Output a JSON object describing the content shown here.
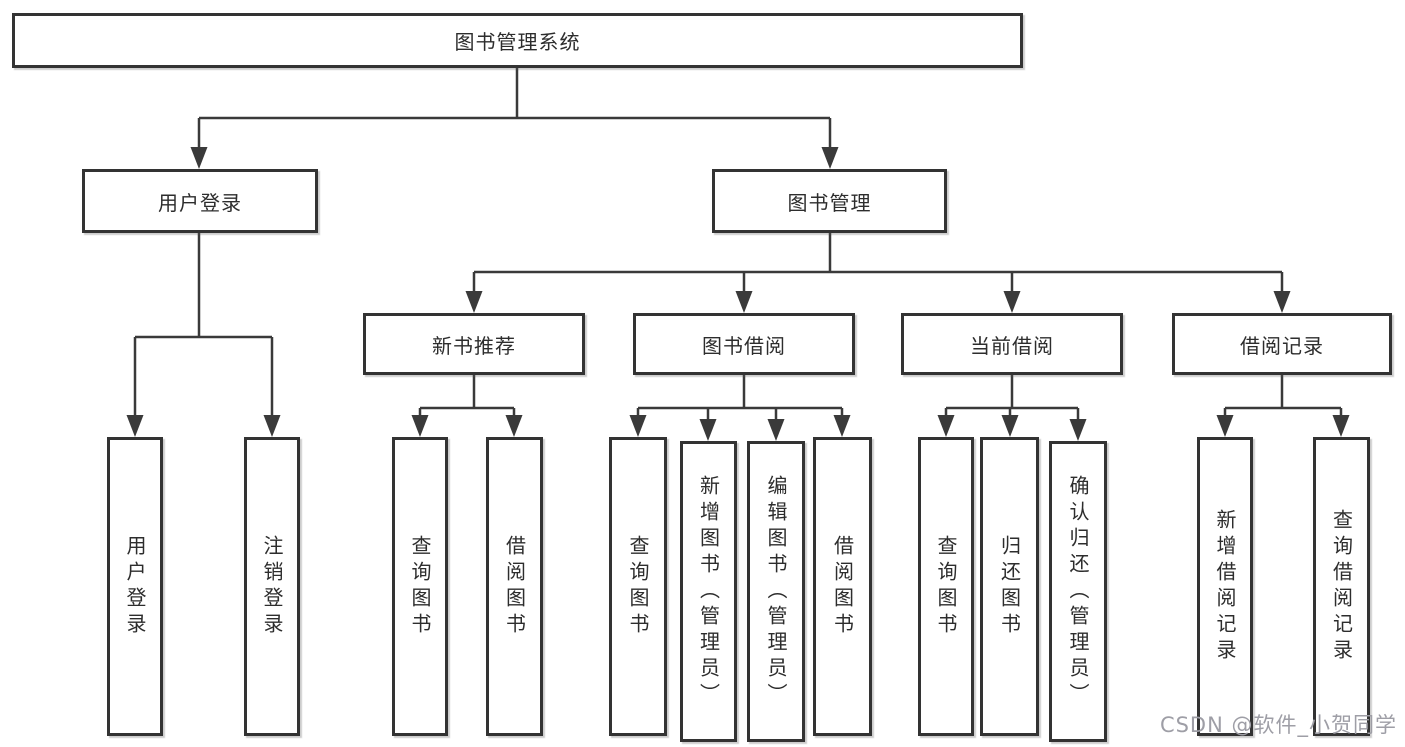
{
  "title": "图书管理系统",
  "colors": {
    "line": "#3a3a3a",
    "box_border": "#333333",
    "box_fill": "#ffffff",
    "text": "#2d2d2d",
    "watermark": "#9e9ea6"
  },
  "nodes": {
    "root": {
      "label": "图书管理系统"
    },
    "user_login": {
      "label": "用户登录"
    },
    "book_mgmt": {
      "label": "图书管理"
    },
    "new_book_rec": {
      "label": "新书推荐"
    },
    "book_borrow": {
      "label": "图书借阅"
    },
    "current_borrow": {
      "label": "当前借阅"
    },
    "borrow_records": {
      "label": "借阅记录"
    },
    "leaf_user_login": {
      "label": "用户登录"
    },
    "leaf_logout": {
      "label": "注销登录"
    },
    "rec_query_book": {
      "label": "查询图书"
    },
    "rec_borrow_book": {
      "label": "借阅图书"
    },
    "bb_query_book": {
      "label": "查询图书"
    },
    "bb_add_book_admin": {
      "label": "新增图书（管理员）"
    },
    "bb_edit_book_admin": {
      "label": "编辑图书（管理员）"
    },
    "bb_borrow_book": {
      "label": "借阅图书"
    },
    "cb_query_book": {
      "label": "查询图书"
    },
    "cb_return_book": {
      "label": "归还图书"
    },
    "cb_confirm_return_admin": {
      "label": "确认归还（管理员）"
    },
    "br_add_record": {
      "label": "新增借阅记录"
    },
    "br_query_record": {
      "label": "查询借阅记录"
    }
  },
  "watermark": {
    "text": "CSDN @软件_小贺同学"
  }
}
